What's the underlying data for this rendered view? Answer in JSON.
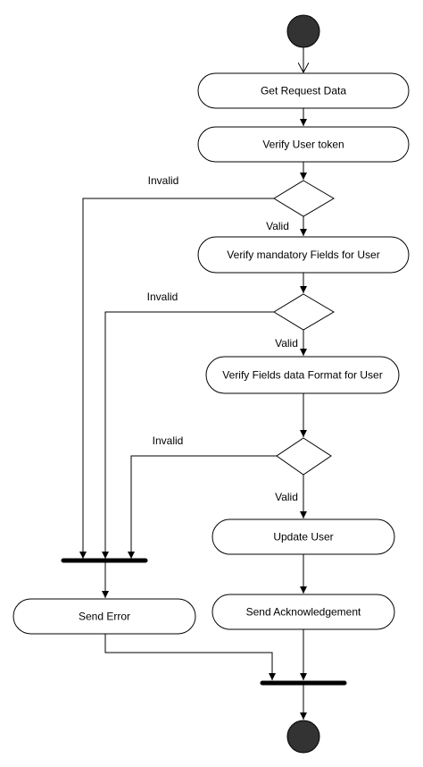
{
  "colors": {
    "node_fill": "#ffffff",
    "stroke": "#000000",
    "terminal_fill": "#333333"
  },
  "nodes": {
    "get_request_data": "Get Request Data",
    "verify_user_token": "Verify User token",
    "verify_mandatory_fields": "Verify mandatory Fields for User",
    "verify_fields_format": "Verify Fields data Format for User",
    "update_user": "Update User",
    "send_acknowledgement": "Send Acknowledgement",
    "send_error": "Send Error"
  },
  "guards": {
    "d1_invalid": "Invalid",
    "d1_valid": "Valid",
    "d2_invalid": "Invalid",
    "d2_valid": "Valid",
    "d3_invalid": "Invalid",
    "d3_valid": "Valid"
  }
}
